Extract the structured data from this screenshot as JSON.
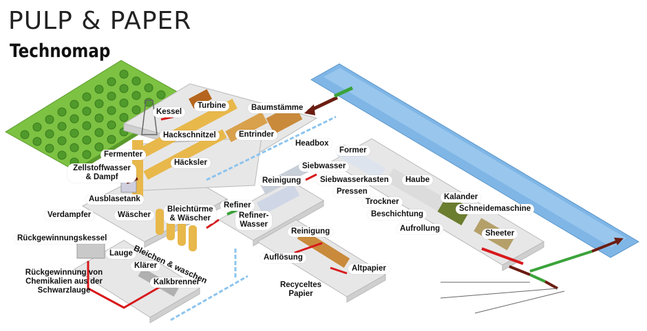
{
  "header": {
    "title": "PULP & PAPER",
    "subtitle": "Technomap"
  },
  "colors": {
    "forest": "#7dc242",
    "river": "#7fb6e6",
    "platform": "#e7e7e7",
    "arrow_red": "#d7191c",
    "arrow_brown": "#6b1d12",
    "arrow_green": "#3aa33a",
    "chip_yellow": "#e8b84b"
  },
  "labels": {
    "kessel": "Kessel",
    "turbine": "Turbine",
    "baumstaemme": "Baumstämme",
    "hackschnitzel": "Hackschnitzel",
    "entrinder": "Entrinder",
    "fermenter": "Fermenter",
    "haecksler": "Häcksler",
    "zellstoffwasser": "Zellstoffwasser\n& Dampf",
    "ausblasetank": "Ausblasetank",
    "verdampfer": "Verdampfer",
    "waescher": "Wäscher",
    "bleichtuerme": "Bleichtürme\n& Wäscher",
    "refiner": "Refiner",
    "refiner_wasser": "Refiner-\nWasser",
    "reinigung_top": "Reinigung",
    "reinigung_bottom": "Reinigung",
    "headbox": "Headbox",
    "former": "Former",
    "siebwasser": "Siebwasser",
    "siebwasserkasten": "Siebwasserkasten",
    "haube": "Haube",
    "pressen": "Pressen",
    "trockner": "Trockner",
    "kalander": "Kalander",
    "beschichtung": "Beschichtung",
    "schneidemaschine": "Schneidemaschine",
    "aufrollung": "Aufrollung",
    "sheeter": "Sheeter",
    "rueckgewinnungskessel": "Rückgewinnungskessel",
    "lauge": "Lauge",
    "klaerer": "Klärer",
    "rueckgewinnung": "Rückgewinnung von\nChemikalien aus der\nSchwarzlauge",
    "kalkbrenner": "Kalkbrenner",
    "aufloesung": "Auflösung",
    "altpapier": "Altpapier",
    "recyceltes_papier": "Recyceltes\nPapier",
    "bleichen_waschen": "Bleichen & waschen"
  }
}
